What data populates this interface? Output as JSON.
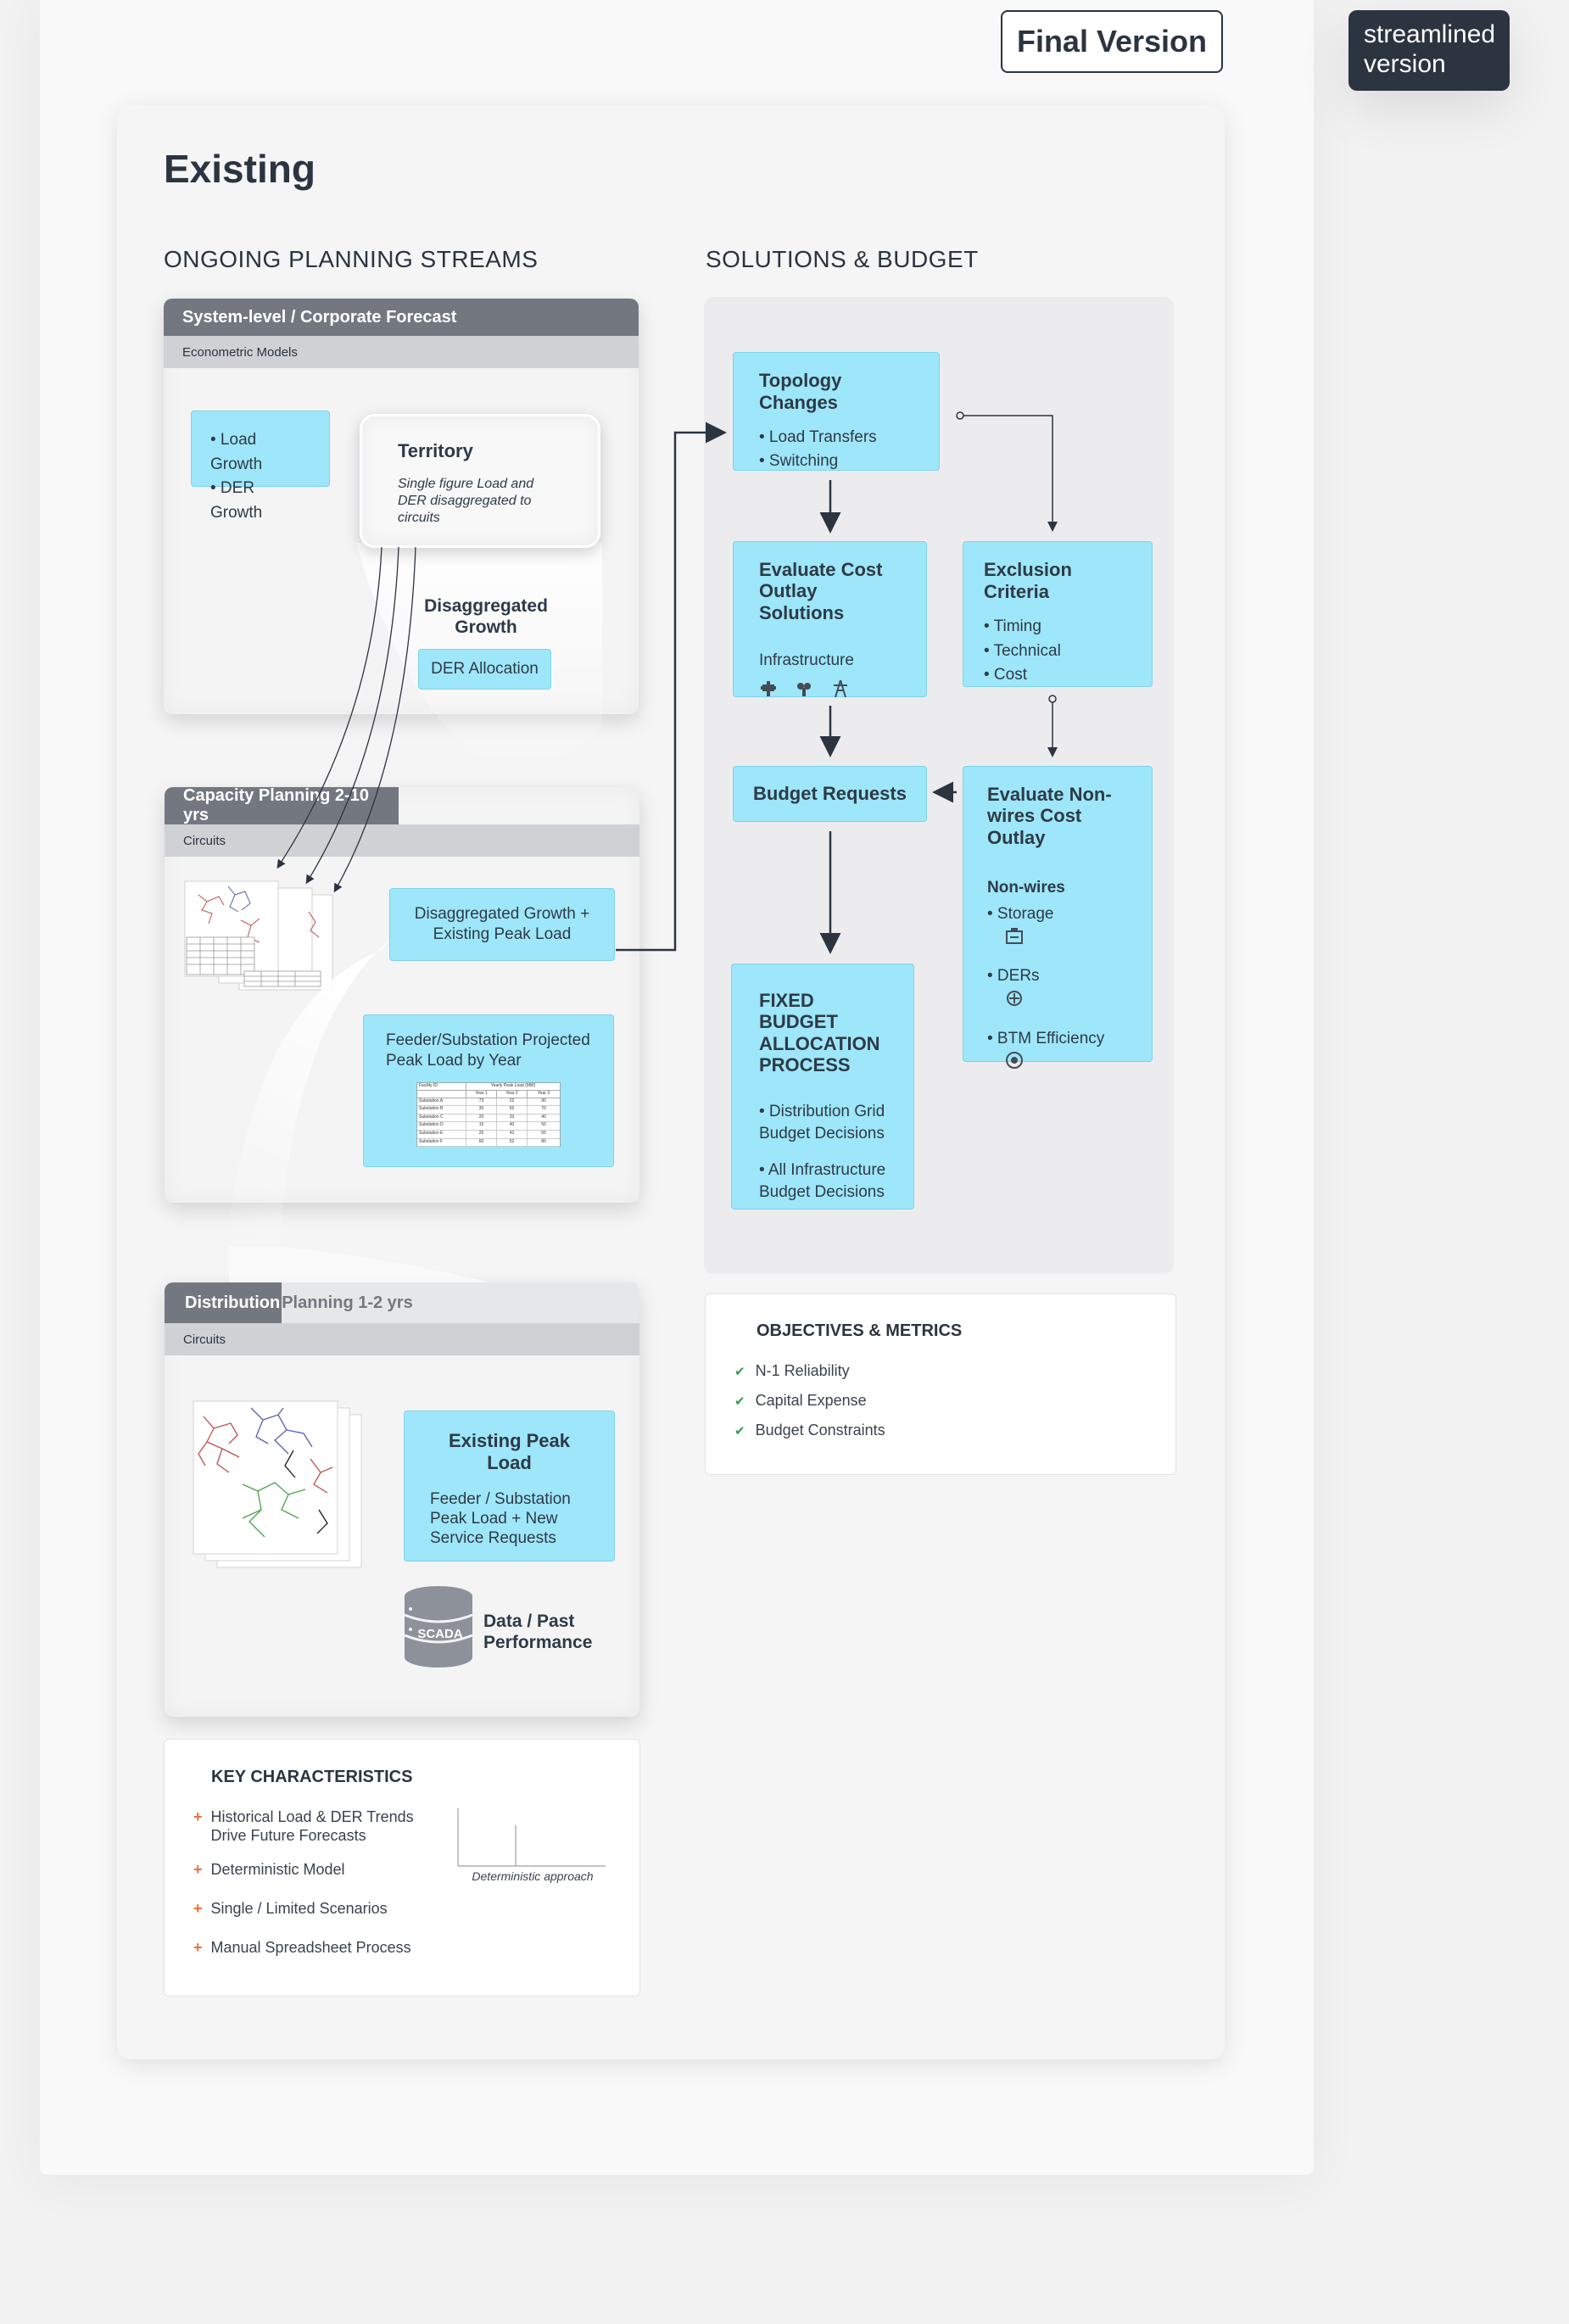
{
  "header": {
    "final_version": "Final Version",
    "streamlined_version": "streamlined version"
  },
  "main": {
    "title": "Existing",
    "left_section_title": "ONGOING PLANNING STREAMS",
    "right_section_title": "SOLUTIONS & BUDGET"
  },
  "system_forecast": {
    "head": "System-level / Corporate Forecast",
    "sub": "Econometric Models",
    "growth_items": [
      "• Load Growth",
      "• DER Growth"
    ],
    "territory_title": "Territory",
    "territory_desc": "Single figure Load and DER disaggregated to circuits",
    "disaggregated_growth": "Disaggregated Growth",
    "der_allocation": "DER Allocation"
  },
  "capacity_planning": {
    "head": "Capacity Planning 2-10 yrs",
    "sub": "Circuits",
    "box1": "Disaggregated Growth + Existing Peak Load",
    "box2": "Feeder/Substation Projected Peak Load by Year",
    "table_header": [
      "Facility ID",
      "Yearly Peak Load (MW)"
    ],
    "table_subheader": [
      "",
      "Year 1",
      "Year 2",
      "Year 3"
    ],
    "table_rows": [
      [
        "Substation A",
        "73",
        "22",
        "90"
      ],
      [
        "Substation B",
        "30",
        "55",
        "70"
      ],
      [
        "Substation C",
        "20",
        "33",
        "40"
      ],
      [
        "Substation D",
        "15",
        "40",
        "50"
      ],
      [
        "Substation E",
        "25",
        "42",
        "55"
      ],
      [
        "Substation F",
        "60",
        "52",
        "80"
      ]
    ]
  },
  "distribution_planning": {
    "head_dark": "Distribution",
    "head_light": " Planning 1-2 yrs",
    "sub": "Circuits",
    "existing_peak_title": "Existing Peak Load",
    "existing_peak_desc": "Feeder / Substation Peak Load + New Service Requests",
    "scada_label": "SCADA",
    "data_past": "Data / Past Performance"
  },
  "key_characteristics": {
    "title": "KEY CHARACTERISTICS",
    "items": [
      "Historical Load & DER Trends Drive Future Forecasts",
      "Deterministic Model",
      "Single / Limited Scenarios",
      "Manual Spreadsheet Process"
    ],
    "chart_caption": "Deterministic approach"
  },
  "solutions": {
    "topology_title": "Topology Changes",
    "topology_items": [
      "• Load Transfers",
      "• Switching"
    ],
    "evaluate_cost_title": "Evaluate Cost Outlay Solutions",
    "infrastructure": "Infrastructure",
    "exclusion_title": "Exclusion Criteria",
    "exclusion_items": [
      "• Timing",
      "• Technical",
      "• Cost"
    ],
    "budget_requests": "Budget Requests",
    "nonwires_title": "Evaluate Non-wires Cost Outlay",
    "nonwires_label": "Non-wires",
    "nonwires_items": [
      "• Storage",
      "• DERs",
      "• BTM Efficiency"
    ],
    "fixed_budget_title": "FIXED BUDGET ALLOCATION PROCESS",
    "fixed_budget_items": [
      "• Distribution Grid Budget Decisions",
      "• All Infrastructure Budget Decisions"
    ]
  },
  "objectives": {
    "title": "OBJECTIVES & METRICS",
    "items": [
      "N-1 Reliability",
      "Capital Expense",
      "Budget Constraints"
    ]
  },
  "colors": {
    "accent_cyan": "#9ee6fa",
    "header_gray": "#737880",
    "dark_text": "#2c3440",
    "plus_orange": "#e9733b",
    "check_green": "#2aa04a"
  }
}
